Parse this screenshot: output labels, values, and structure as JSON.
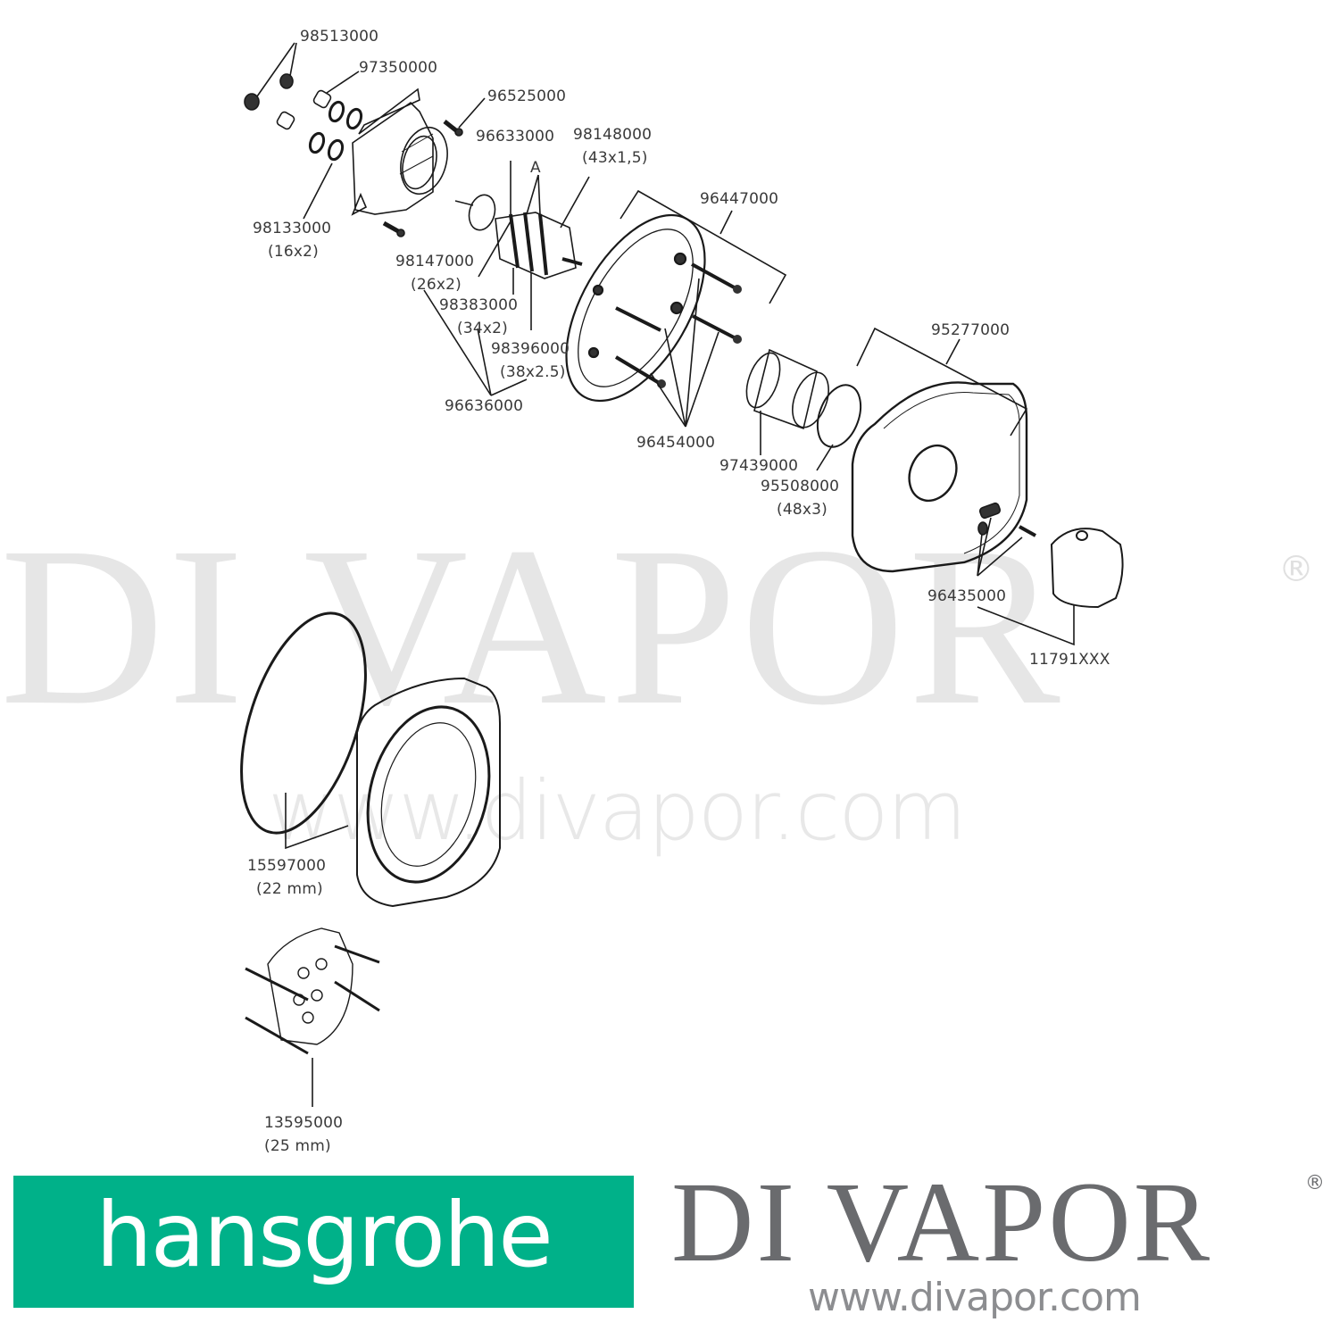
{
  "watermark": {
    "brand": "DI VAPOR",
    "registered": "®",
    "url": "www.divapor.com"
  },
  "parts": [
    {
      "id": "98513000",
      "size": ""
    },
    {
      "id": "97350000",
      "size": ""
    },
    {
      "id": "96525000",
      "size": ""
    },
    {
      "id": "96633000",
      "size": ""
    },
    {
      "id": "98148000",
      "size": "(43x1,5)"
    },
    {
      "id": "98133000",
      "size": "(16x2)"
    },
    {
      "id": "98147000",
      "size": "(26x2)"
    },
    {
      "id": "98383000",
      "size": "(34x2)"
    },
    {
      "id": "98396000",
      "size": "(38x2.5)"
    },
    {
      "id": "96636000",
      "size": ""
    },
    {
      "id": "96447000",
      "size": ""
    },
    {
      "id": "96454000",
      "size": ""
    },
    {
      "id": "97439000",
      "size": ""
    },
    {
      "id": "95508000",
      "size": "(48x3)"
    },
    {
      "id": "95277000",
      "size": ""
    },
    {
      "id": "96435000",
      "size": ""
    },
    {
      "id": "11791XXX",
      "size": ""
    },
    {
      "id": "15597000",
      "size": "(22 mm)"
    },
    {
      "id": "13595000",
      "size": "(25 mm)"
    }
  ],
  "callouts": {
    "a_marker": "A"
  },
  "footer": {
    "manufacturer_logo": "hansgrohe",
    "manufacturer_color": "#00b189",
    "retailer_name": "DI VAPOR",
    "retailer_registered": "®",
    "retailer_url": "www.divapor.com",
    "retailer_color": "#6a6b6e"
  }
}
